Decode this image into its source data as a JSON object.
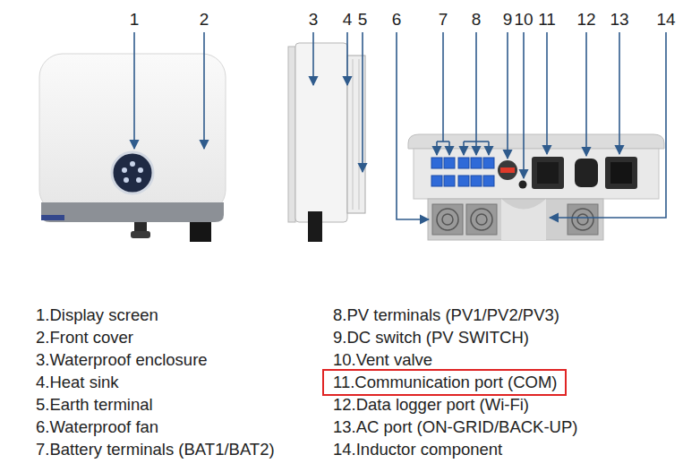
{
  "diagram": {
    "nodes": [
      {
        "text": [
          "11.Communication port (COM)"
        ]
      }
    ],
    "labels": [
      "1",
      "2",
      "3",
      "4",
      "5",
      "6",
      "7",
      "8",
      "9",
      "10",
      "11",
      "12",
      "13",
      "14",
      "1.Display screen",
      "2.Front cover",
      "3.Waterproof enclosure",
      "4.Heat sink",
      "5.Earth terminal",
      "6.Waterproof fan",
      "7.Battery terminals (BAT1/BAT2)",
      "8.PV terminals (PV1/PV2/PV3)",
      "9.DC switch (PV SWITCH)",
      "10.Vent valve",
      "12.Data logger port (Wi-Fi)",
      "13.AC port (ON-GRID/BACK-UP)",
      "14.Inductor component"
    ]
  }
}
